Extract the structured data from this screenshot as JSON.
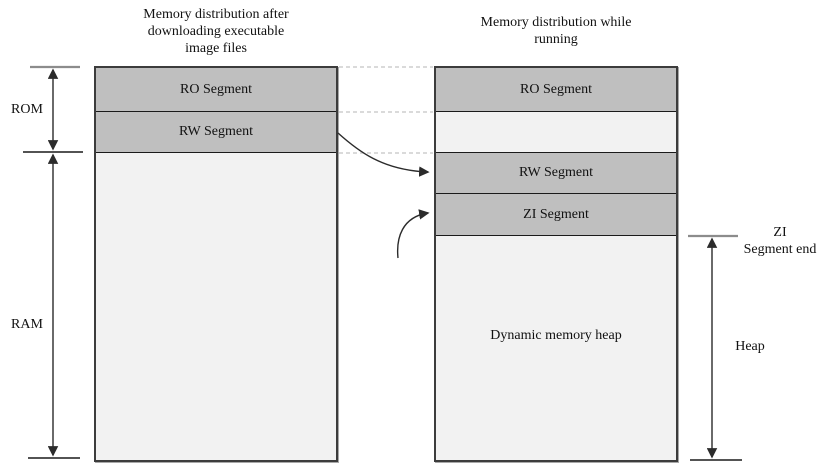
{
  "titles": {
    "left_lines": [
      "Memory distribution after",
      "downloading executable",
      "image files"
    ],
    "right_lines": [
      "Memory distribution while",
      "running"
    ]
  },
  "left_column": {
    "segments": [
      {
        "label": "RO Segment",
        "shade": "dark"
      },
      {
        "label": "RW Segment",
        "shade": "dark"
      },
      {
        "label": "",
        "shade": "light"
      }
    ]
  },
  "right_column": {
    "segments": [
      {
        "label": "RO Segment",
        "shade": "dark"
      },
      {
        "label": "",
        "shade": "light"
      },
      {
        "label": "RW Segment",
        "shade": "dark"
      },
      {
        "label": "ZI Segment",
        "shade": "dark"
      },
      {
        "label": "Dynamic memory heap",
        "shade": "light"
      }
    ]
  },
  "measurements": {
    "rom": "ROM",
    "ram": "RAM",
    "zi_end_lines": [
      "ZI",
      "Segment end"
    ],
    "heap": "Heap"
  },
  "colors": {
    "segment_dark": "#bfbfbf",
    "segment_light": "#f2f2f2",
    "segment_border": "#1a1a1a",
    "dashed_connector": "#c4c4c4",
    "arrow": "#2b2b2b",
    "gray_tick": "#8c8c8c",
    "background": "#ffffff"
  }
}
